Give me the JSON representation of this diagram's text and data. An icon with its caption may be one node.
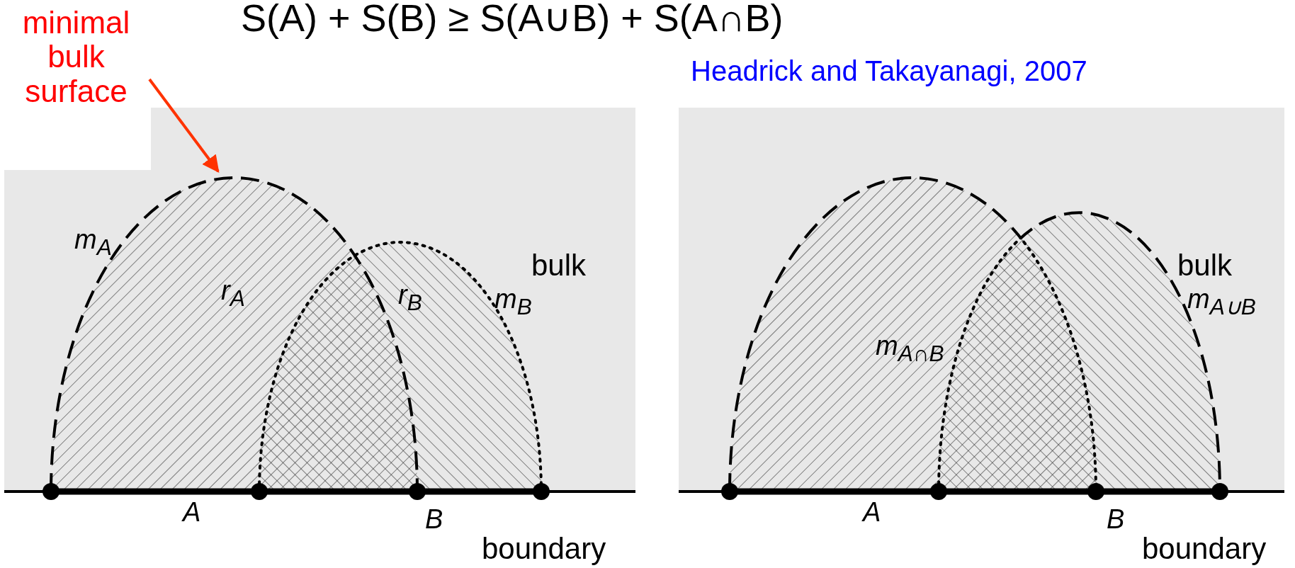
{
  "diagram": {
    "title": "S(A) + S(B) ≥ S(A∪B) + S(A∩B)",
    "nodes": [
      {
        "text": [
          "minimal bulk surface"
        ]
      },
      {
        "text": [],
        "shape": "curve"
      }
    ],
    "edges": [
      {
        "from": 0,
        "to": 1,
        "arrow": "to"
      }
    ],
    "labels": [
      "Headrick and Takayanagi, 2007",
      "m$_{A}$",
      "r$_{A}$",
      "r$_{B}$",
      "bulk",
      "m$_{B}$",
      "A",
      "B",
      "boundary",
      "bulk",
      "m$_{A∪B}$",
      "m$_{A∩B}$",
      "A",
      "B",
      "boundary"
    ]
  }
}
